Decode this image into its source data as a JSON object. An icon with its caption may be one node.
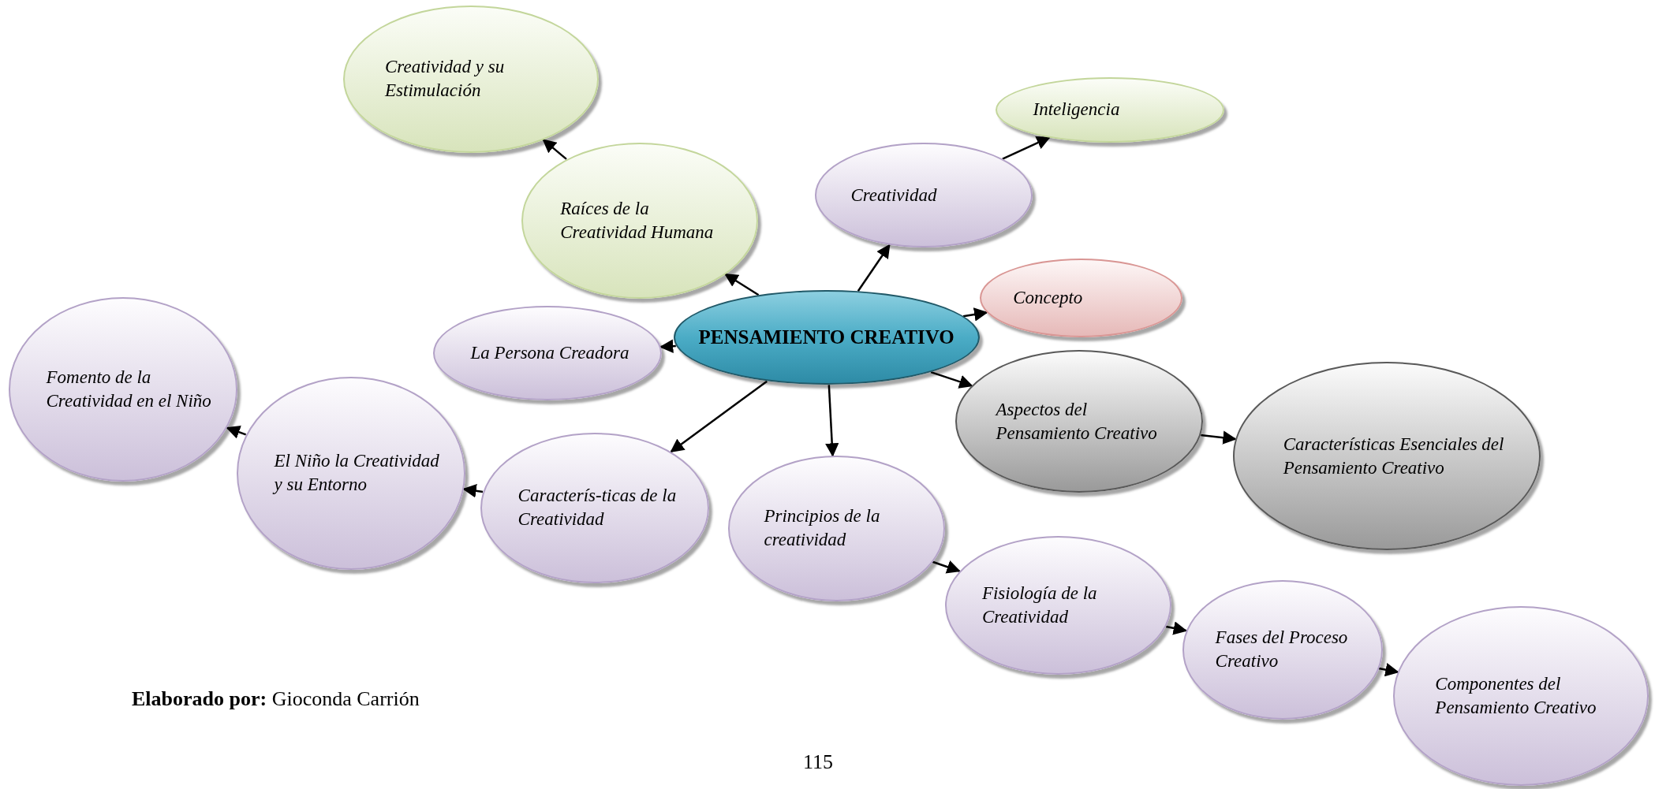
{
  "diagram": {
    "nodes": [
      {
        "text": [
          "PENSAMIENTO CREATIVO"
        ]
      },
      {
        "text": [
          "Creatividad y su Estimulación"
        ]
      },
      {
        "text": [
          "Raíces de la Creatividad Humana"
        ]
      },
      {
        "text": [
          "Creatividad"
        ]
      },
      {
        "text": [
          "Inteligencia"
        ]
      },
      {
        "text": [
          "Concepto"
        ]
      },
      {
        "text": [
          "La Persona Creadora"
        ]
      },
      {
        "text": [
          "Aspectos del Pensamiento Creativo"
        ]
      },
      {
        "text": [
          "Características Esenciales del Pensamiento Creativo"
        ]
      },
      {
        "text": [
          "Fomento de la Creatividad en el Niño"
        ]
      },
      {
        "text": [
          "El Niño la Creatividad y su Entorno"
        ]
      },
      {
        "text": [
          "Caracterís-ticas de la Creatividad"
        ]
      },
      {
        "text": [
          "Principios de la creatividad"
        ]
      },
      {
        "text": [
          "Fisiología de la Creatividad"
        ]
      },
      {
        "text": [
          "Fases del Proceso Creativo"
        ]
      },
      {
        "text": [
          "Componentes del Pensamiento Creativo"
        ]
      }
    ],
    "edges": [
      {
        "from": 0,
        "to": 2,
        "arrow": "to"
      },
      {
        "from": 2,
        "to": 1,
        "arrow": "to"
      },
      {
        "from": 0,
        "to": 3,
        "arrow": "to"
      },
      {
        "from": 3,
        "to": 4,
        "arrow": "to"
      },
      {
        "from": 0,
        "to": 5,
        "arrow": "to"
      },
      {
        "from": 0,
        "to": 6,
        "arrow": "to"
      },
      {
        "from": 0,
        "to": 7,
        "arrow": "to"
      },
      {
        "from": 7,
        "to": 8,
        "arrow": "to"
      },
      {
        "from": 0,
        "to": 11,
        "arrow": "to"
      },
      {
        "from": 11,
        "to": 10,
        "arrow": "to"
      },
      {
        "from": 10,
        "to": 9,
        "arrow": "to"
      },
      {
        "from": 0,
        "to": 12,
        "arrow": "to"
      },
      {
        "from": 12,
        "to": 13,
        "arrow": "to"
      },
      {
        "from": 13,
        "to": 14,
        "arrow": "to"
      },
      {
        "from": 14,
        "to": 15,
        "arrow": "to"
      }
    ],
    "labels": [
      "**Elaborado por:** Gioconda Carrión",
      "115"
    ]
  }
}
